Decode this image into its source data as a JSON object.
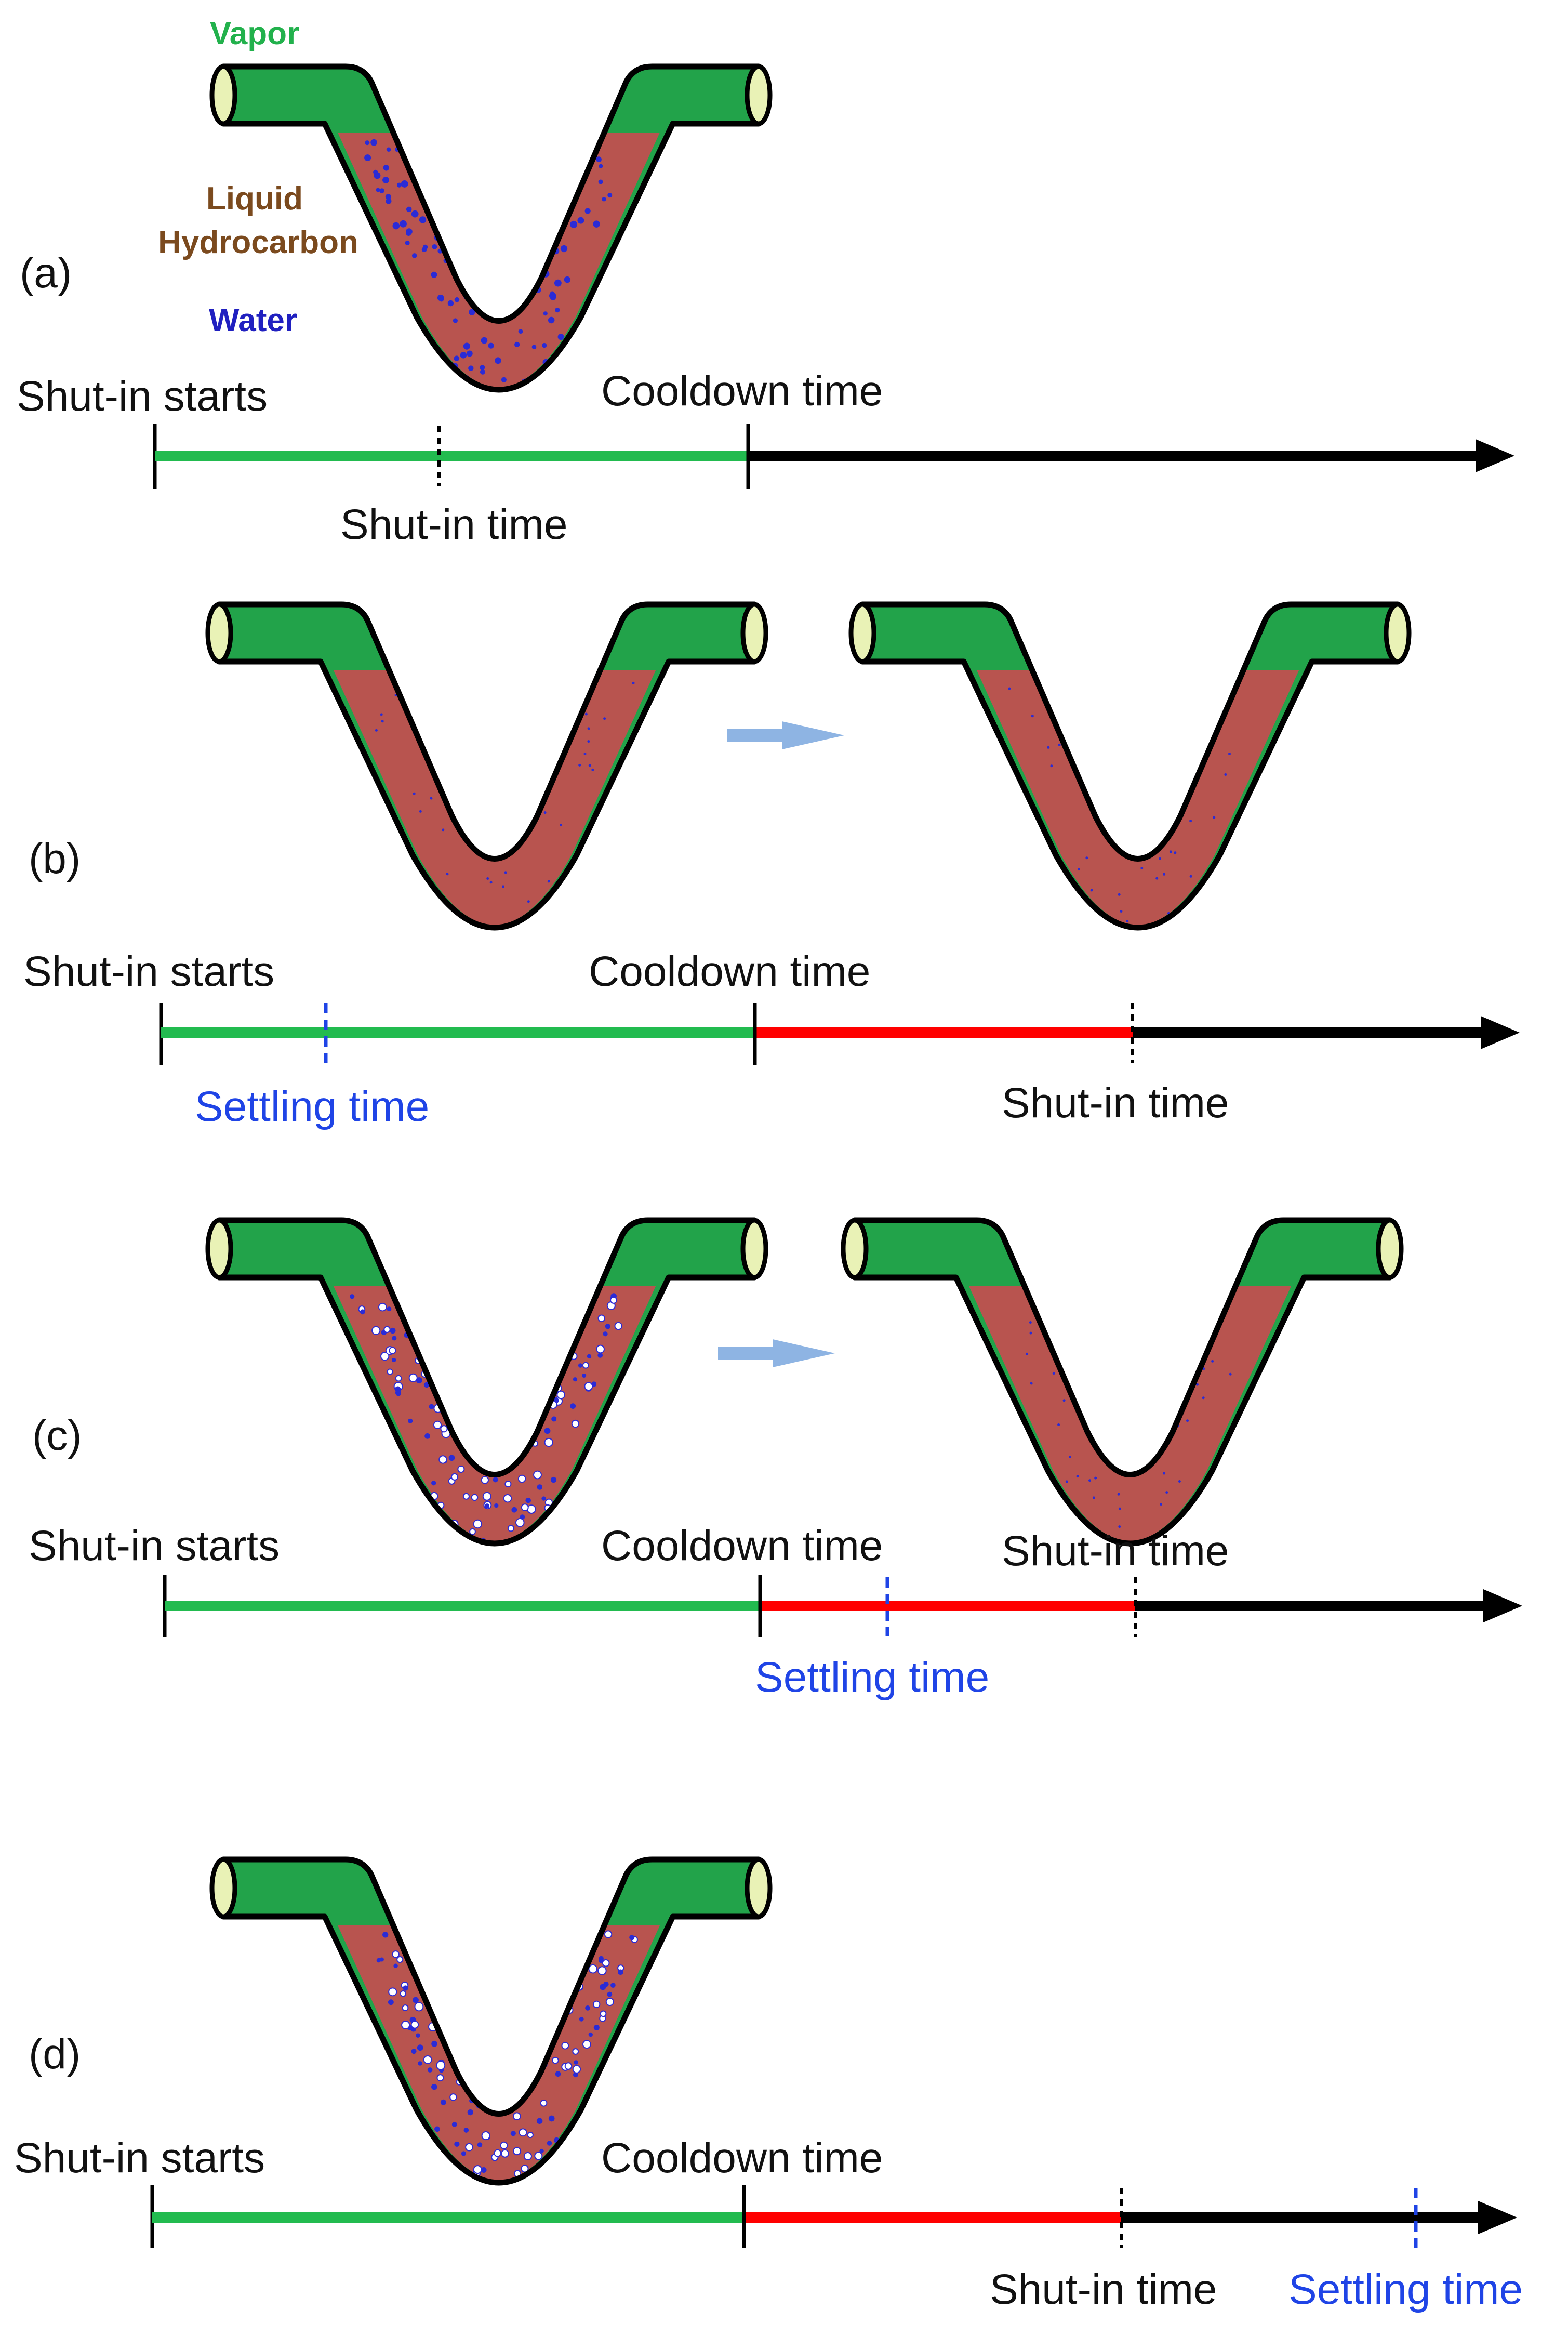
{
  "colors": {
    "vapor": "#22a34a",
    "liquid": "#b8544f",
    "water": "#2b2bd6",
    "hydrate": "#ffffff",
    "axis": "#000000",
    "green_bar": "#22bb4f",
    "red_bar": "#ff0000",
    "settling_marker": "#1f44e6",
    "flow_arrow": "#8eb4e3",
    "legend_vapor": "#22b14c",
    "legend_liquid": "#7b4a1e",
    "legend_water": "#2020c0"
  },
  "legend": {
    "vapor": "Vapor",
    "liquid_line1": "Liquid",
    "liquid_line2": "Hydrocarbon",
    "water": "Water"
  },
  "panels": [
    {
      "id": "a",
      "label": "(a)",
      "pipes": [
        {
          "state": "dispersed-water",
          "water_level": 0.0
        }
      ],
      "timeline": {
        "start_label": "Shut-in starts",
        "cooldown_label": "Cooldown time",
        "shutin_label": "Shut-in time",
        "settling_label": ""
      }
    },
    {
      "id": "b",
      "label": "(b)",
      "pipes": [
        {
          "state": "settled-water",
          "water_level": 0.2
        },
        {
          "state": "settled-hydrate",
          "water_level": 0.2
        }
      ],
      "timeline": {
        "start_label": "Shut-in starts",
        "cooldown_label": "Cooldown time",
        "shutin_label": "Shut-in time",
        "settling_label": "Settling time"
      }
    },
    {
      "id": "c",
      "label": "(c)",
      "pipes": [
        {
          "state": "dispersed-hydrate",
          "water_level": 0.0
        },
        {
          "state": "settled-hydrate",
          "water_level": 0.2
        }
      ],
      "timeline": {
        "start_label": "Shut-in starts",
        "cooldown_label": "Cooldown time",
        "shutin_label": "Shut-in time",
        "settling_label": "Settling time"
      }
    },
    {
      "id": "d",
      "label": "(d)",
      "pipes": [
        {
          "state": "dispersed-hydrate",
          "water_level": 0.0
        }
      ],
      "timeline": {
        "start_label": "Shut-in starts",
        "cooldown_label": "Cooldown time",
        "shutin_label": "Shut-in time",
        "settling_label": "Settling time"
      }
    }
  ]
}
